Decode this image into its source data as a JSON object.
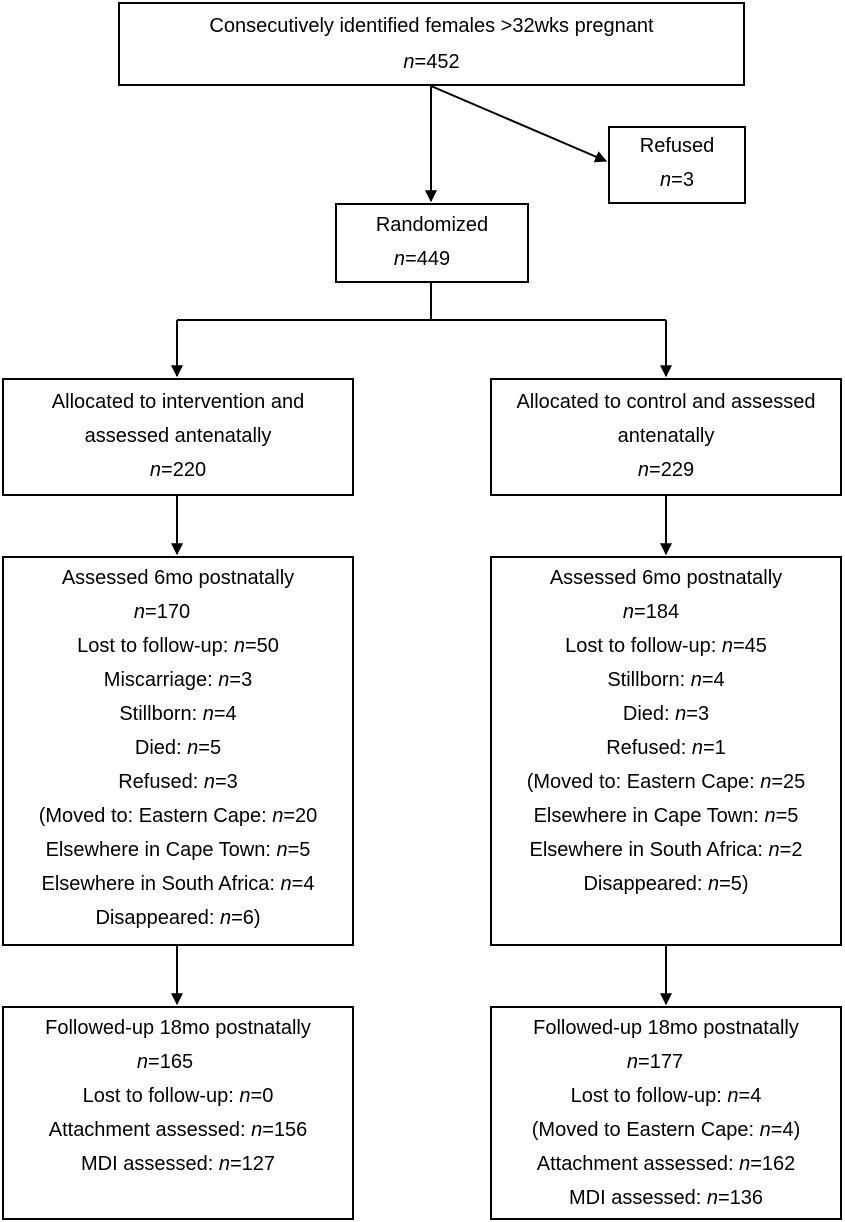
{
  "boxes": {
    "screened": {
      "title": "Consecutively identified females >32wks pregnant",
      "n": "=452"
    },
    "refused": {
      "title": "Refused",
      "n": "=3"
    },
    "randomized": {
      "title": "Randomized",
      "n": "=449"
    },
    "intervention_alloc": {
      "line1": "Allocated to intervention and",
      "line2": "assessed antenatally",
      "n": "=220"
    },
    "control_alloc": {
      "line1": "Allocated to control and assessed",
      "line2": "antenatally",
      "n": "=229"
    },
    "intervention_6mo": {
      "title": "Assessed 6mo postnatally",
      "n": "=170",
      "lost_label": "Lost to follow-up: ",
      "lost_n": "=50",
      "miscarriage_label": "Miscarriage: ",
      "miscarriage_n": "=3",
      "stillborn_label": "Stillborn: ",
      "stillborn_n": "=4",
      "died_label": "Died: ",
      "died_n": "=5",
      "refused_label": "Refused: ",
      "refused_n": "=3",
      "moved_ec_label": "(Moved to: Eastern Cape: ",
      "moved_ec_n": "=20",
      "cape_town_label": "Elsewhere in Cape Town: ",
      "cape_town_n": "=5",
      "south_africa_label": "Elsewhere in South Africa: ",
      "south_africa_n": "=4",
      "disappeared_label": "Disappeared: ",
      "disappeared_n": "=6)"
    },
    "control_6mo": {
      "title": "Assessed 6mo postnatally",
      "n": "=184",
      "lost_label": "Lost to follow-up: ",
      "lost_n": "=45",
      "stillborn_label": "Stillborn: ",
      "stillborn_n": "=4",
      "died_label": "Died: ",
      "died_n": "=3",
      "refused_label": "Refused: ",
      "refused_n": "=1",
      "moved_ec_label": "(Moved to: Eastern Cape: ",
      "moved_ec_n": "=25",
      "cape_town_label": "Elsewhere in Cape Town: ",
      "cape_town_n": "=5",
      "south_africa_label": "Elsewhere in South Africa: ",
      "south_africa_n": "=2",
      "disappeared_label": "Disappeared: ",
      "disappeared_n": "=5)"
    },
    "intervention_18mo": {
      "title": "Followed-up 18mo postnatally",
      "n": "=165",
      "lost_label": "Lost to follow-up: ",
      "lost_n": "=0",
      "attachment_label": "Attachment assessed: ",
      "attachment_n": "=156",
      "mdi_label": "MDI assessed: ",
      "mdi_n": "=127"
    },
    "control_18mo": {
      "title": "Followed-up 18mo postnatally",
      "n": "=177",
      "lost_label": "Lost to follow-up: ",
      "lost_n": "=4",
      "moved_label": "(Moved to Eastern Cape: ",
      "moved_n": "=4)",
      "attachment_label": "Attachment assessed: ",
      "attachment_n": "=162",
      "mdi_label": "MDI assessed: ",
      "mdi_n": "=136"
    }
  },
  "n_symbol": "n"
}
